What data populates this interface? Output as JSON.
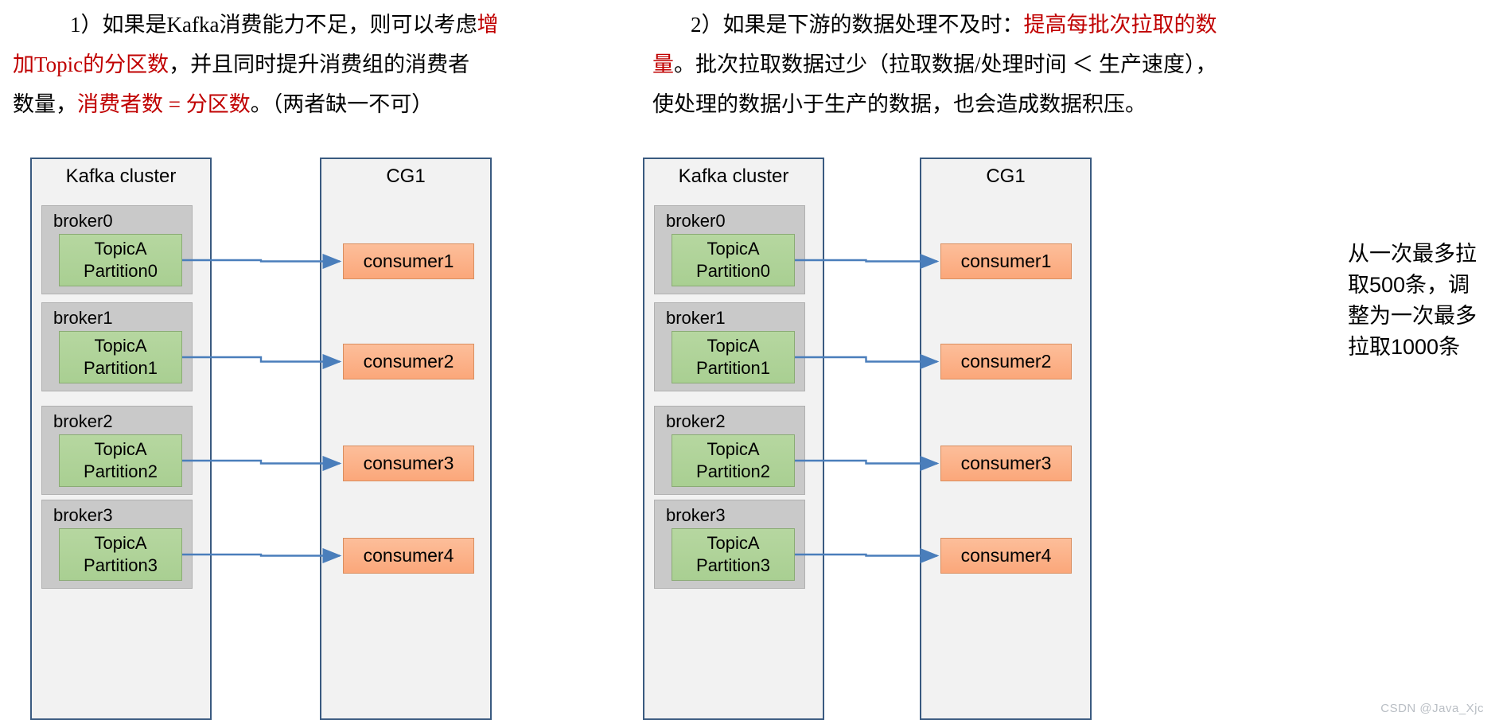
{
  "notes": {
    "left": {
      "lines": [
        [
          {
            "t": "1）如果是Kafka消费能力不足，则可以考虑",
            "c": "black"
          },
          {
            "t": "增",
            "c": "red"
          }
        ],
        [
          {
            "t": "加Topic的分区数",
            "c": "red"
          },
          {
            "t": "，并且同时提升消费组的消费者",
            "c": "black"
          }
        ],
        [
          {
            "t": "数量，",
            "c": "black"
          },
          {
            "t": "消费者数 = 分区数",
            "c": "red"
          },
          {
            "t": "。（两者缺一不可）",
            "c": "black"
          }
        ]
      ]
    },
    "right": {
      "lines": [
        [
          {
            "t": "2）如果是下游的数据处理不及时：",
            "c": "black"
          },
          {
            "t": "提高每批次拉取的数",
            "c": "red"
          }
        ],
        [
          {
            "t": "量",
            "c": "red"
          },
          {
            "t": "。批次拉取数据过少（拉取数据/处理时间 ＜ 生产速度），",
            "c": "black"
          }
        ],
        [
          {
            "t": "使处理的数据小于生产的数据，也会造成数据积压。",
            "c": "black"
          }
        ]
      ]
    }
  },
  "colors": {
    "outer_border": "#3a5a80",
    "outer_fill": "#f2f2f2",
    "broker_fill": "#c9c9c9",
    "partition_fill": "#b0d49a",
    "consumer_fill": "#fbb188",
    "arrow": "#4a7ebb",
    "red_text": "#c00000",
    "watermark": "#b9bec4"
  },
  "diagrams": [
    {
      "id": "left",
      "cluster": {
        "title": "Kafka cluster",
        "brokers": [
          {
            "label": "broker0",
            "partition_topic": "TopicA",
            "partition_id": "Partition0"
          },
          {
            "label": "broker1",
            "partition_topic": "TopicA",
            "partition_id": "Partition1"
          },
          {
            "label": "broker2",
            "partition_topic": "TopicA",
            "partition_id": "Partition2"
          },
          {
            "label": "broker3",
            "partition_topic": "TopicA",
            "partition_id": "Partition3"
          }
        ]
      },
      "group": {
        "title": "CG1",
        "consumers": [
          "consumer1",
          "consumer2",
          "consumer3",
          "consumer4"
        ]
      }
    },
    {
      "id": "right",
      "cluster": {
        "title": "Kafka cluster",
        "brokers": [
          {
            "label": "broker0",
            "partition_topic": "TopicA",
            "partition_id": "Partition0"
          },
          {
            "label": "broker1",
            "partition_topic": "TopicA",
            "partition_id": "Partition1"
          },
          {
            "label": "broker2",
            "partition_topic": "TopicA",
            "partition_id": "Partition2"
          },
          {
            "label": "broker3",
            "partition_topic": "TopicA",
            "partition_id": "Partition3"
          }
        ]
      },
      "group": {
        "title": "CG1",
        "consumers": [
          "consumer1",
          "consumer2",
          "consumer3",
          "consumer4"
        ]
      },
      "annotation": [
        "从一次最多拉",
        "取500条，调",
        "整为一次最多",
        "拉取1000条"
      ]
    }
  ],
  "watermark": "CSDN @Java_Xjc"
}
